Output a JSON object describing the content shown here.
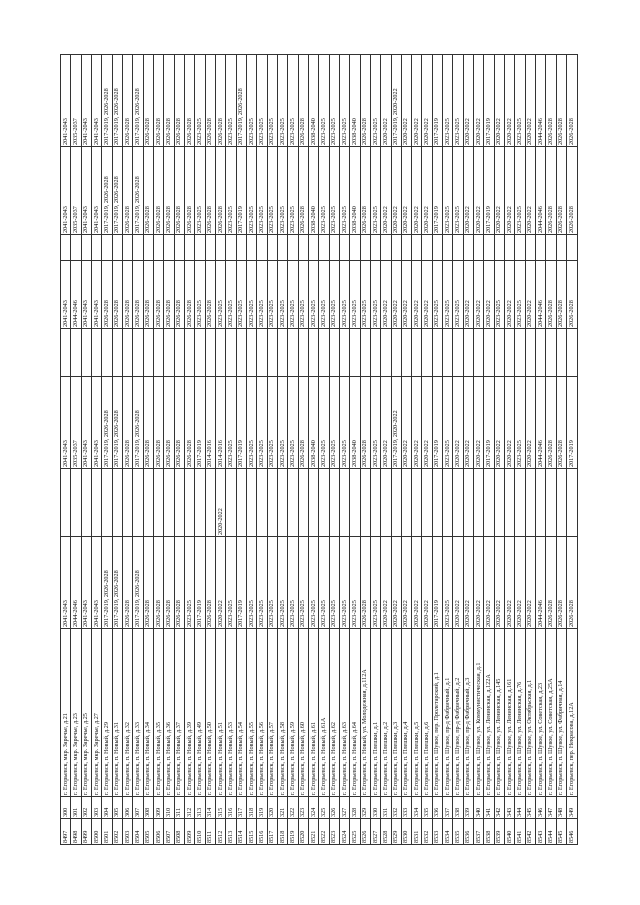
{
  "rows": [
    [
      "8497",
      "300",
      "г. Егорьевск, мкр. Заречье, д.21",
      "2041-2043",
      "",
      "2041-2043",
      "",
      "2041-2043",
      "",
      "2041-2043",
      "2041-2043"
    ],
    [
      "8498",
      "301",
      "г. Егорьевск, мкр. Заречье, д.23",
      "2044-2046",
      "",
      "2035-2037",
      "",
      "2044-2046",
      "",
      "2035-2037",
      "2035-2037"
    ],
    [
      "8499",
      "302",
      "г. Егорьевск, мкр. Заречье, д.25",
      "2041-2043",
      "",
      "2041-2043",
      "",
      "2041-2043",
      "",
      "2041-2043",
      "2041-2043"
    ],
    [
      "8500",
      "303",
      "г. Егорьевск, мкр. Заречье, д.27",
      "2041-2043",
      "",
      "2041-2043",
      "",
      "2041-2043",
      "",
      "2041-2043",
      "2041-2043"
    ],
    [
      "8501",
      "304",
      "г. Егорьевск, п. Новый, д.29",
      "2017-2019, 2026-2028",
      "",
      "2017-2019, 2026-2028",
      "",
      "2026-2028",
      "",
      "2017-2019, 2026-2028",
      "2017-2019, 2026-2028"
    ],
    [
      "8502",
      "305",
      "г. Егорьевск, п. Новый, д.31",
      "2017-2019, 2026-2028",
      "",
      "2017-2019, 2026-2028",
      "",
      "2026-2028",
      "",
      "2017-2019, 2026-2028",
      "2017-2019, 2026-2028"
    ],
    [
      "8503",
      "306",
      "г. Егорьевск, п. Новый, д.32",
      "2026-2028",
      "",
      "2026-2028",
      "",
      "2026-2028",
      "",
      "2026-2028",
      "2026-2028"
    ],
    [
      "8504",
      "307",
      "г. Егорьевск, п. Новый, д.33",
      "2017-2019, 2026-2028",
      "",
      "2017-2019, 2026-2028",
      "",
      "2026-2028",
      "",
      "2017-2019, 2026-2028",
      "2017-2019, 2026-2028"
    ],
    [
      "8505",
      "308",
      "г. Егорьевск, п. Новый, д.34",
      "2026-2028",
      "",
      "2026-2028",
      "",
      "2026-2028",
      "",
      "2026-2028",
      "2026-2028"
    ],
    [
      "8506",
      "309",
      "г. Егорьевск, п. Новый, д.35",
      "2026-2028",
      "",
      "2026-2028",
      "",
      "2026-2028",
      "",
      "2026-2028",
      "2026-2028"
    ],
    [
      "8507",
      "310",
      "г. Егорьевск, п. Новый, д.36",
      "2026-2028",
      "",
      "2026-2028",
      "",
      "2026-2028",
      "",
      "2026-2028",
      "2026-2028"
    ],
    [
      "8508",
      "311",
      "г. Егорьевск, п. Новый, д.37",
      "2026-2028",
      "",
      "2026-2028",
      "",
      "2026-2028",
      "",
      "2026-2028",
      "2026-2028"
    ],
    [
      "8509",
      "312",
      "г. Егорьевск, п. Новый, д.39",
      "2023-2025",
      "",
      "2026-2028",
      "",
      "2026-2028",
      "",
      "2026-2028",
      "2026-2028"
    ],
    [
      "8510",
      "313",
      "г. Егорьевск, п. Новый, д.49",
      "2017-2019",
      "",
      "2017-2019",
      "",
      "2023-2025",
      "",
      "2023-2025",
      "2023-2025"
    ],
    [
      "8511",
      "314",
      "г. Егорьевск, п. Новый, д.50",
      "2026-2028",
      "",
      "2014-2016",
      "",
      "2026-2028",
      "",
      "2026-2028",
      "2026-2028"
    ],
    [
      "8512",
      "315",
      "г. Егорьевск, п. Новый, д.51",
      "2020-2022",
      "2020-2022",
      "2014-2016",
      "",
      "2023-2025",
      "",
      "2026-2028",
      "2026-2028"
    ],
    [
      "8513",
      "316",
      "г. Егорьевск, п. Новый, д.53",
      "2023-2025",
      "",
      "2023-2025",
      "",
      "2023-2025",
      "",
      "2023-2025",
      "2023-2025"
    ],
    [
      "8514",
      "317",
      "г. Егорьевск, п. Новый, д.54",
      "2017-2019",
      "",
      "2017-2019",
      "",
      "2023-2025",
      "",
      "2017-2019",
      "2017-2019, 2026-2028"
    ],
    [
      "8515",
      "318",
      "г. Егорьевск, п. Новый, д.55",
      "2023-2025",
      "",
      "2023-2025",
      "",
      "2023-2025",
      "",
      "2023-2025",
      "2023-2025"
    ],
    [
      "8516",
      "319",
      "г. Егорьевск, п. Новый, д.56",
      "2023-2025",
      "",
      "2023-2025",
      "",
      "2023-2025",
      "",
      "2023-2025",
      "2023-2025"
    ],
    [
      "8517",
      "320",
      "г. Егорьевск, п. Новый, д.57",
      "2023-2025",
      "",
      "2023-2025",
      "",
      "2023-2025",
      "",
      "2023-2025",
      "2023-2025"
    ],
    [
      "8518",
      "321",
      "г. Егорьевск, п. Новый, д.58",
      "2023-2025",
      "",
      "2023-2025",
      "",
      "2023-2025",
      "",
      "2023-2025",
      "2023-2025"
    ],
    [
      "8519",
      "322",
      "г. Егорьевск, п. Новый, д.59",
      "2023-2025",
      "",
      "2023-2025",
      "",
      "2023-2025",
      "",
      "2023-2025",
      "2023-2025"
    ],
    [
      "8520",
      "323",
      "г. Егорьевск, п. Новый, д.60",
      "2023-2025",
      "",
      "2026-2028",
      "",
      "2023-2025",
      "",
      "2026-2028",
      "2026-2028"
    ],
    [
      "8521",
      "324",
      "г. Егорьевск, п. Новый, д.61",
      "2023-2025",
      "",
      "2038-2040",
      "",
      "2023-2025",
      "",
      "2038-2040",
      "2038-2040"
    ],
    [
      "8522",
      "325",
      "г. Егорьевск, п. Новый, д.61А",
      "2023-2025",
      "",
      "2023-2025",
      "",
      "2023-2025",
      "",
      "2023-2025",
      "2023-2025"
    ],
    [
      "8523",
      "326",
      "г. Егорьевск, п. Новый, д.62",
      "2023-2025",
      "",
      "2023-2025",
      "",
      "2023-2025",
      "",
      "2023-2025",
      "2023-2025"
    ],
    [
      "8524",
      "327",
      "г. Егорьевск, п. Новый, д.63",
      "2023-2025",
      "",
      "2023-2025",
      "",
      "2023-2025",
      "",
      "2023-2025",
      "2023-2025"
    ],
    [
      "8525",
      "328",
      "г. Егорьевск, п. Новый, д.64",
      "2023-2025",
      "",
      "2038-2040",
      "",
      "2023-2025",
      "",
      "2038-2040",
      "2038-2040"
    ],
    [
      "8526",
      "329",
      "г. Егорьевск, п. Новый, ул. Молодежная, д.112А",
      "2026-2028",
      "",
      "2026-2028",
      "",
      "2023-2025",
      "",
      "2026-2028",
      "2026-2028"
    ],
    [
      "8527",
      "330",
      "г. Егорьевск, п. Плешки, д.1",
      "2023-2025",
      "",
      "2023-2025",
      "",
      "2023-2025",
      "",
      "2023-2025",
      "2023-2025"
    ],
    [
      "8528",
      "331",
      "г. Егорьевск, п. Плешки, д.2",
      "2020-2022",
      "",
      "2020-2022",
      "",
      "2020-2022",
      "",
      "2020-2022",
      "2020-2022"
    ],
    [
      "8529",
      "332",
      "г. Егорьевск, п. Плешки, д.3",
      "2020-2022",
      "",
      "2017-2019, 2020-2022",
      "",
      "2020-2022",
      "",
      "2020-2022",
      "2017-2019, 2020-2022"
    ],
    [
      "8530",
      "333",
      "г. Егорьевск, п. Плешки, д.4",
      "2020-2022",
      "",
      "2020-2022",
      "",
      "2020-2022",
      "",
      "2020-2022",
      "2020-2022"
    ],
    [
      "8531",
      "334",
      "г. Егорьевск, п. Плешки, д.5",
      "2020-2022",
      "",
      "2020-2022",
      "",
      "2020-2022",
      "",
      "2020-2022",
      "2020-2022"
    ],
    [
      "8532",
      "335",
      "г. Егорьевск, п. Плешки, д.6",
      "2020-2022",
      "",
      "2020-2022",
      "",
      "2020-2022",
      "",
      "2020-2022",
      "2020-2022"
    ],
    [
      "8533",
      "336",
      "г. Егорьевск, п. Шувое, пер. Пролетарский, д.1",
      "2017-2019",
      "",
      "2017-2019",
      "",
      "2023-2025",
      "",
      "2017-2019",
      "2017-2019"
    ],
    [
      "8534",
      "337",
      "г. Егорьевск, п. Шувое, пр-д Фабричный, д.1",
      "2023-2025",
      "",
      "2023-2025",
      "",
      "2023-2025",
      "",
      "2023-2025",
      "2023-2025"
    ],
    [
      "8535",
      "338",
      "г. Егорьевск, п. Шувое, пр-д Фабричный, д.2",
      "2020-2022",
      "",
      "2020-2022",
      "",
      "2023-2025",
      "",
      "2023-2025",
      "2023-2025"
    ],
    [
      "8536",
      "339",
      "г. Егорьевск, п. Шувое, пр-д Фабричный, д.3",
      "2020-2022",
      "",
      "2020-2022",
      "",
      "2020-2022",
      "",
      "2020-2022",
      "2020-2022"
    ],
    [
      "8537",
      "340",
      "г. Егорьевск, п. Шувое, ул. Коммунистическая, д.1",
      "2020-2022",
      "",
      "2020-2022",
      "",
      "2020-2022",
      "",
      "2020-2022",
      "2020-2022"
    ],
    [
      "8538",
      "341",
      "г. Егорьевск, п. Шувое, ул. Ленинская, д.122А",
      "2020-2022",
      "",
      "2017-2019",
      "",
      "2020-2022",
      "",
      "2017-2019",
      "2017-2019"
    ],
    [
      "8539",
      "342",
      "г. Егорьевск, п. Шувое, ул. Ленинская, д.145",
      "2020-2022",
      "",
      "2020-2022",
      "",
      "2023-2025",
      "",
      "2020-2022",
      "2020-2022"
    ],
    [
      "8540",
      "343",
      "г. Егорьевск, п. Шувое, ул. Ленинская, д.161",
      "2020-2022",
      "",
      "2020-2022",
      "",
      "2020-2022",
      "",
      "2020-2022",
      "2020-2022"
    ],
    [
      "8541",
      "344",
      "г. Егорьевск, п. Шувое, ул. Ленинская, д.76",
      "2020-2022",
      "",
      "2023-2025",
      "",
      "2023-2025",
      "",
      "2023-2025",
      "2023-2025"
    ],
    [
      "8542",
      "345",
      "г. Егорьевск, п. Шувое, ул. Октябрьская, д.1",
      "2020-2022",
      "",
      "2020-2022",
      "",
      "2020-2022",
      "",
      "2020-2022",
      "2020-2022"
    ],
    [
      "8543",
      "346",
      "г. Егорьевск, п. Шувое, ул. Советская, д.23",
      "2044-2046",
      "",
      "2044-2046",
      "",
      "2044-2046",
      "",
      "2044-2046",
      "2044-2046"
    ],
    [
      "8544",
      "347",
      "г. Егорьевск, п. Шувое, ул. Советская, д.25А",
      "2026-2028",
      "",
      "2026-2028",
      "",
      "2026-2028",
      "",
      "2026-2028",
      "2026-2028"
    ],
    [
      "8545",
      "348",
      "г. Егорьевск, п. Шувое, ул. Фабричная, д.14",
      "2026-2028",
      "",
      "2026-2028",
      "",
      "2026-2028",
      "",
      "2026-2028",
      "2026-2028"
    ],
    [
      "8546",
      "349",
      "г. Егорьевск, пер. Некрасова, д.12А",
      "2026-2028",
      "",
      "2017-2019",
      "",
      "2026-2028",
      "",
      "2026-2028",
      "2026-2028"
    ]
  ]
}
